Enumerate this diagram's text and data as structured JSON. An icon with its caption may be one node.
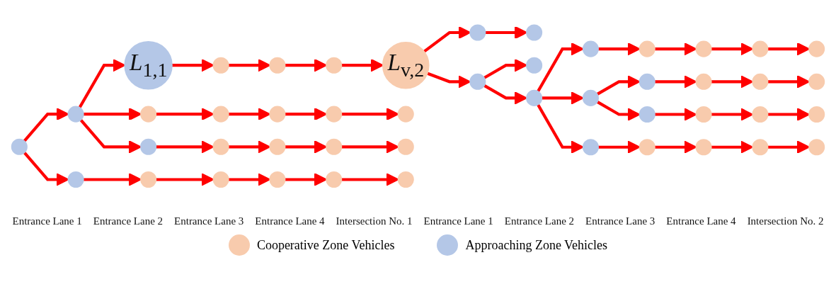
{
  "diagram": {
    "nodes": [
      {
        "text": [],
        "shape": "circle"
      },
      {
        "text": [],
        "shape": "circle"
      },
      {
        "text": [],
        "shape": "circle"
      },
      {
        "text": [
          "*L*$_{1,1}$"
        ]
      },
      {
        "text": [],
        "shape": "circle"
      },
      {
        "text": [],
        "shape": "circle"
      },
      {
        "text": [],
        "shape": "circle"
      },
      {
        "text": [],
        "shape": "circle"
      },
      {
        "text": [],
        "shape": "circle"
      },
      {
        "text": [],
        "shape": "circle"
      },
      {
        "text": [
          "*L*$_{v,2}$"
        ]
      },
      {
        "text": [],
        "shape": "circle"
      },
      {
        "text": [],
        "shape": "circle"
      },
      {
        "text": [],
        "shape": "circle"
      },
      {
        "text": [],
        "shape": "circle"
      },
      {
        "text": [],
        "shape": "circle"
      },
      {
        "text": [],
        "shape": "circle"
      },
      {
        "text": [],
        "shape": "circle"
      },
      {
        "text": [],
        "shape": "circle"
      },
      {
        "text": [],
        "shape": "circle"
      },
      {
        "text": [],
        "shape": "circle"
      },
      {
        "text": [],
        "shape": "circle"
      },
      {
        "text": [],
        "shape": "circle"
      },
      {
        "text": [],
        "shape": "circle"
      },
      {
        "text": [],
        "shape": "circle"
      },
      {
        "text": [],
        "shape": "circle"
      },
      {
        "text": [],
        "shape": "circle"
      },
      {
        "text": [],
        "shape": "circle"
      },
      {
        "text": [],
        "shape": "circle"
      },
      {
        "text": [],
        "shape": "circle"
      },
      {
        "text": [],
        "shape": "circle"
      },
      {
        "text": [],
        "shape": "circle"
      },
      {
        "text": [],
        "shape": "circle"
      },
      {
        "text": [],
        "shape": "circle"
      },
      {
        "text": [],
        "shape": "circle"
      },
      {
        "text": [],
        "shape": "circle"
      },
      {
        "text": [],
        "shape": "circle"
      },
      {
        "text": [],
        "shape": "circle"
      },
      {
        "text": [],
        "shape": "circle"
      },
      {
        "text": [],
        "shape": "circle"
      },
      {
        "text": [],
        "shape": "circle"
      },
      {
        "text": [],
        "shape": "circle"
      },
      {
        "text": [],
        "shape": "circle"
      },
      {
        "text": [],
        "shape": "circle"
      },
      {
        "text": [],
        "shape": "circle"
      },
      {
        "text": [],
        "shape": "circle"
      },
      {
        "text": [],
        "shape": "circle"
      }
    ],
    "edges": [
      {
        "from": 0,
        "to": 1,
        "arrow": "to"
      },
      {
        "from": 0,
        "to": 2,
        "arrow": "to"
      },
      {
        "from": 1,
        "to": 3,
        "arrow": "to"
      },
      {
        "from": 1,
        "to": 4,
        "arrow": "to"
      },
      {
        "from": 1,
        "to": 5,
        "arrow": "to"
      },
      {
        "from": 2,
        "to": 6,
        "arrow": "to"
      },
      {
        "from": 3,
        "to": 7,
        "arrow": "to"
      },
      {
        "from": 7,
        "to": 8,
        "arrow": "to"
      },
      {
        "from": 8,
        "to": 9,
        "arrow": "to"
      },
      {
        "from": 9,
        "to": 10,
        "arrow": "to"
      },
      {
        "from": 4,
        "to": 11,
        "arrow": "to"
      },
      {
        "from": 11,
        "to": 12,
        "arrow": "to"
      },
      {
        "from": 12,
        "to": 13,
        "arrow": "to"
      },
      {
        "from": 13,
        "to": 14,
        "arrow": "to"
      },
      {
        "from": 5,
        "to": 15,
        "arrow": "to"
      },
      {
        "from": 15,
        "to": 16,
        "arrow": "to"
      },
      {
        "from": 16,
        "to": 17,
        "arrow": "to"
      },
      {
        "from": 17,
        "to": 18,
        "arrow": "to"
      },
      {
        "from": 6,
        "to": 19,
        "arrow": "to"
      },
      {
        "from": 19,
        "to": 20,
        "arrow": "to"
      },
      {
        "from": 20,
        "to": 21,
        "arrow": "to"
      },
      {
        "from": 21,
        "to": 22,
        "arrow": "to"
      },
      {
        "from": 10,
        "to": 23,
        "arrow": "to"
      },
      {
        "from": 10,
        "to": 24,
        "arrow": "to"
      },
      {
        "from": 23,
        "to": 25,
        "arrow": "to"
      },
      {
        "from": 24,
        "to": 26,
        "arrow": "to"
      },
      {
        "from": 24,
        "to": 27,
        "arrow": "to"
      },
      {
        "from": 27,
        "to": 28,
        "arrow": "to"
      },
      {
        "from": 27,
        "to": 29,
        "arrow": "to"
      },
      {
        "from": 27,
        "to": 30,
        "arrow": "to"
      },
      {
        "from": 28,
        "to": 31,
        "arrow": "to"
      },
      {
        "from": 29,
        "to": 32,
        "arrow": "to"
      },
      {
        "from": 29,
        "to": 33,
        "arrow": "to"
      },
      {
        "from": 30,
        "to": 34,
        "arrow": "to"
      },
      {
        "from": 31,
        "to": 35,
        "arrow": "to"
      },
      {
        "from": 35,
        "to": 36,
        "arrow": "to"
      },
      {
        "from": 36,
        "to": 37,
        "arrow": "to"
      },
      {
        "from": 32,
        "to": 38,
        "arrow": "to"
      },
      {
        "from": 38,
        "to": 39,
        "arrow": "to"
      },
      {
        "from": 39,
        "to": 40,
        "arrow": "to"
      },
      {
        "from": 33,
        "to": 41,
        "arrow": "to"
      },
      {
        "from": 41,
        "to": 42,
        "arrow": "to"
      },
      {
        "from": 42,
        "to": 43,
        "arrow": "to"
      },
      {
        "from": 34,
        "to": 44,
        "arrow": "to"
      },
      {
        "from": 44,
        "to": 45,
        "arrow": "to"
      },
      {
        "from": 45,
        "to": 46,
        "arrow": "to"
      }
    ],
    "labels": [
      "Entrance Lane 1",
      "Entrance Lane 2",
      "Entrance Lane 3",
      "Entrance Lane 4",
      "Intersection No. 1",
      "Entrance Lane 1",
      "Entrance Lane 2",
      "Entrance Lane 3",
      "Entrance Lane 4",
      "Intersection No. 2"
    ],
    "legend": [
      {
        "text": "Cooperative Zone Vehicles",
        "color": "#f8cbad"
      },
      {
        "text": "Approaching Zone Vehicles",
        "color": "#b4c7e7"
      }
    ]
  }
}
